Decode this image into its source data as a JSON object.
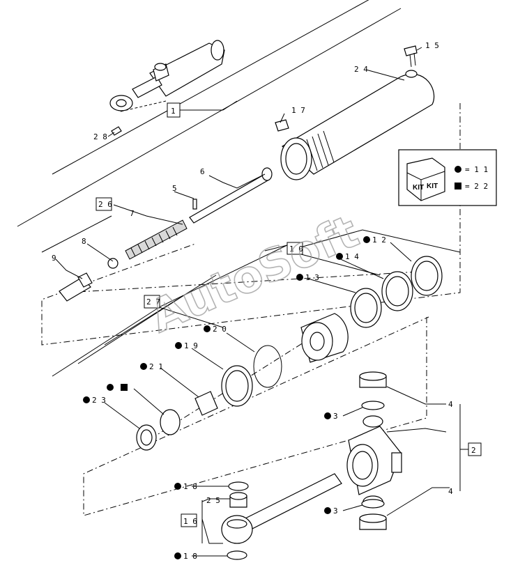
{
  "watermark": "AutoSoft",
  "legend": {
    "icon_text_1": "KIT",
    "icon_text_2": "KIT",
    "circle_entry": "= 1 1",
    "square_entry": "= 2 2"
  },
  "callouts": [
    {
      "id": "c1",
      "text": "1",
      "boxed": true
    },
    {
      "id": "c2",
      "text": "2",
      "boxed": true
    },
    {
      "id": "c3a",
      "text": "3",
      "marker": "circle"
    },
    {
      "id": "c3b",
      "text": "3",
      "marker": "circle"
    },
    {
      "id": "c4a",
      "text": "4"
    },
    {
      "id": "c4b",
      "text": "4"
    },
    {
      "id": "c5",
      "text": "5"
    },
    {
      "id": "c6",
      "text": "6"
    },
    {
      "id": "c7",
      "text": "7"
    },
    {
      "id": "c8",
      "text": "8"
    },
    {
      "id": "c9",
      "text": "9"
    },
    {
      "id": "c10",
      "text": "1 0",
      "boxed": true
    },
    {
      "id": "c12",
      "text": "1 2",
      "marker": "circle"
    },
    {
      "id": "c13",
      "text": "1 3",
      "marker": "circle"
    },
    {
      "id": "c14",
      "text": "1 4",
      "marker": "circle"
    },
    {
      "id": "c15",
      "text": "1 5"
    },
    {
      "id": "c16",
      "text": "1 6",
      "boxed": true
    },
    {
      "id": "c17",
      "text": "1 7"
    },
    {
      "id": "c18a",
      "text": "1 8",
      "marker": "circle"
    },
    {
      "id": "c18b",
      "text": "1 8",
      "marker": "circle"
    },
    {
      "id": "c19",
      "text": "1 9",
      "marker": "circle"
    },
    {
      "id": "c20",
      "text": "2 0",
      "marker": "circle"
    },
    {
      "id": "c21",
      "text": "2 1",
      "marker": "circle"
    },
    {
      "id": "c22",
      "text": "",
      "marker": "circle-square"
    },
    {
      "id": "c23",
      "text": "2 3",
      "marker": "circle"
    },
    {
      "id": "c24",
      "text": "2 4"
    },
    {
      "id": "c25",
      "text": "2 5"
    },
    {
      "id": "c26",
      "text": "2 6",
      "boxed": true
    },
    {
      "id": "c27",
      "text": "2 7",
      "boxed": true
    },
    {
      "id": "c28",
      "text": "2 8"
    }
  ]
}
